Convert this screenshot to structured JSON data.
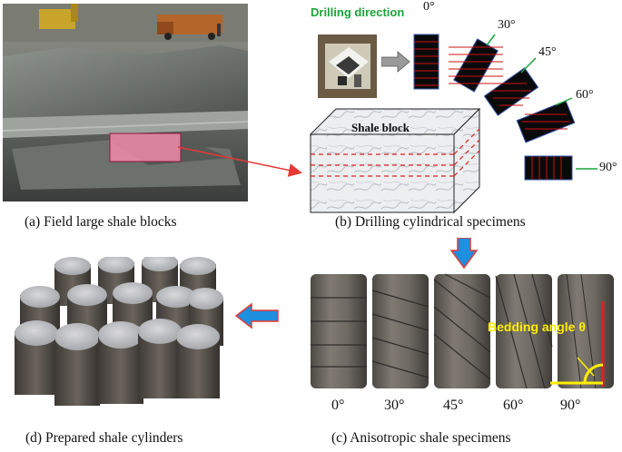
{
  "captions": {
    "a": "(a) Field large shale blocks",
    "b": "(b) Drilling cylindrical specimens",
    "c": "(c) Anisotropic shale specimens",
    "d": "(d) Prepared shale cylinders"
  },
  "drilling": {
    "direction_label": "Drilling direction",
    "block_label": "Shale block",
    "angles": [
      "0°",
      "30°",
      "45°",
      "60°",
      "90°"
    ]
  },
  "specimens": {
    "angles": [
      "0°",
      "30°",
      "45°",
      "60°",
      "90°"
    ],
    "bedding_label": "Bedding angle θ"
  },
  "colors": {
    "green": "#1aa33a",
    "arrow_blue": "#1f8fe0",
    "arrow_red": "#e53935",
    "bedding_yellow": "#ffee00",
    "core_line": "#e02020",
    "highlight_pink": "#f08aa8"
  }
}
